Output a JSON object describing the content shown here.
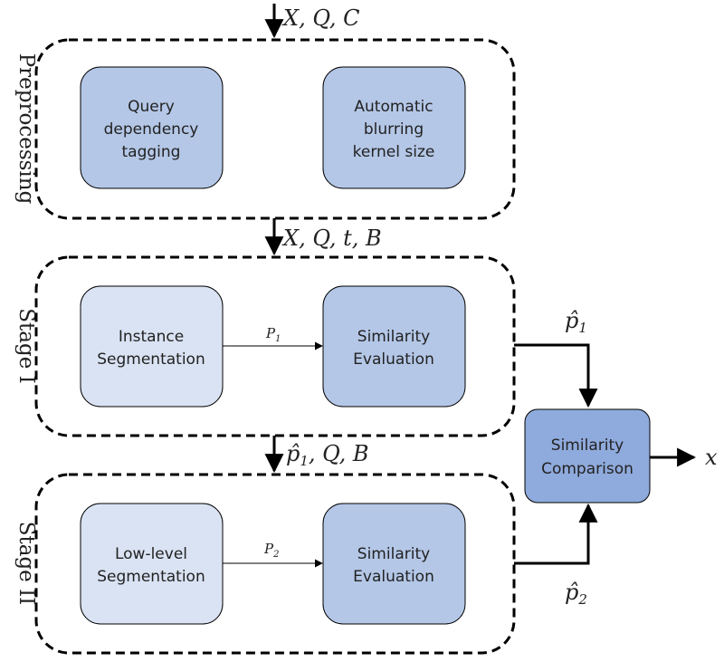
{
  "colors": {
    "light_box": "#dae3f3",
    "mid_box": "#b4c7e7",
    "dark_box": "#8faadc",
    "stroke": "#000000"
  },
  "top_input": {
    "main": "X, Q, C"
  },
  "preprocessing": {
    "label": "Preprocessing",
    "box1": {
      "line1": "Query",
      "line2": "dependency",
      "line3": "tagging"
    },
    "box2": {
      "line1": "Automatic",
      "line2": "blurring",
      "line3": "kernel size"
    }
  },
  "pre_output": {
    "main": "X, Q, t, B"
  },
  "stage1": {
    "label": "Stage I",
    "box1": {
      "line1": "Instance",
      "line2": "Segmentation"
    },
    "edge": {
      "main": "P",
      "sub": "1"
    },
    "box2": {
      "line1": "Similarity",
      "line2": "Evaluation"
    },
    "output": {
      "main": "p̂",
      "sub": "1"
    }
  },
  "stage1_output": {
    "main": "p̂",
    "sub": "1",
    "rest": ", Q, B"
  },
  "stage2": {
    "label": "Stage II",
    "box1": {
      "line1": "Low-level",
      "line2": "Segmentation"
    },
    "edge": {
      "main": "P",
      "sub": "2"
    },
    "box2": {
      "line1": "Similarity",
      "line2": "Evaluation"
    },
    "output": {
      "main": "p̂",
      "sub": "2"
    }
  },
  "comparison": {
    "line1": "Similarity",
    "line2": "Comparison"
  },
  "final_output": {
    "main": "x"
  }
}
